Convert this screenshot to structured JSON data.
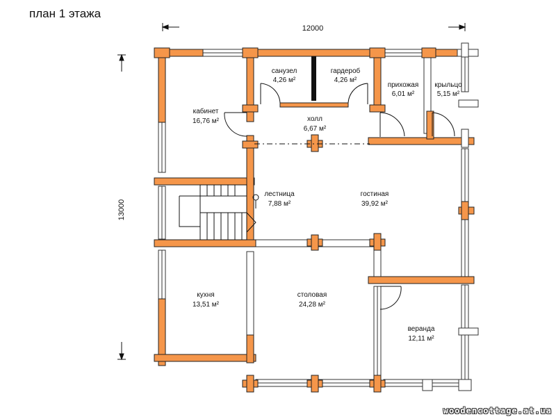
{
  "title": "план 1 этажа",
  "dimensions": {
    "width": "12000",
    "height": "13000"
  },
  "rooms": {
    "sanuzel": {
      "name": "санузел",
      "area": "4,26 м²"
    },
    "garderob": {
      "name": "гардероб",
      "area": "4,26 м²"
    },
    "prihozhaya": {
      "name": "прихожая",
      "area": "6,01 м²"
    },
    "krylco": {
      "name": "крыльцо",
      "area": "5,15 м²"
    },
    "kabinet": {
      "name": "кабинет",
      "area": "16,76 м²"
    },
    "holl": {
      "name": "холл",
      "area": "6,67 м²"
    },
    "lestnica": {
      "name": "лестница",
      "area": "7,88 м²"
    },
    "gostinaya": {
      "name": "гостиная",
      "area": "39,92 м²"
    },
    "kuhnya": {
      "name": "кухня",
      "area": "13,51 м²"
    },
    "stolovaya": {
      "name": "столовая",
      "area": "24,28 м²"
    },
    "veranda": {
      "name": "веранда",
      "area": "12,11 м²"
    }
  },
  "colors": {
    "log_wall": "#f5964a",
    "wall_outline": "#222222",
    "partition": "#111111"
  },
  "watermark": "woodencottage.at.ua"
}
